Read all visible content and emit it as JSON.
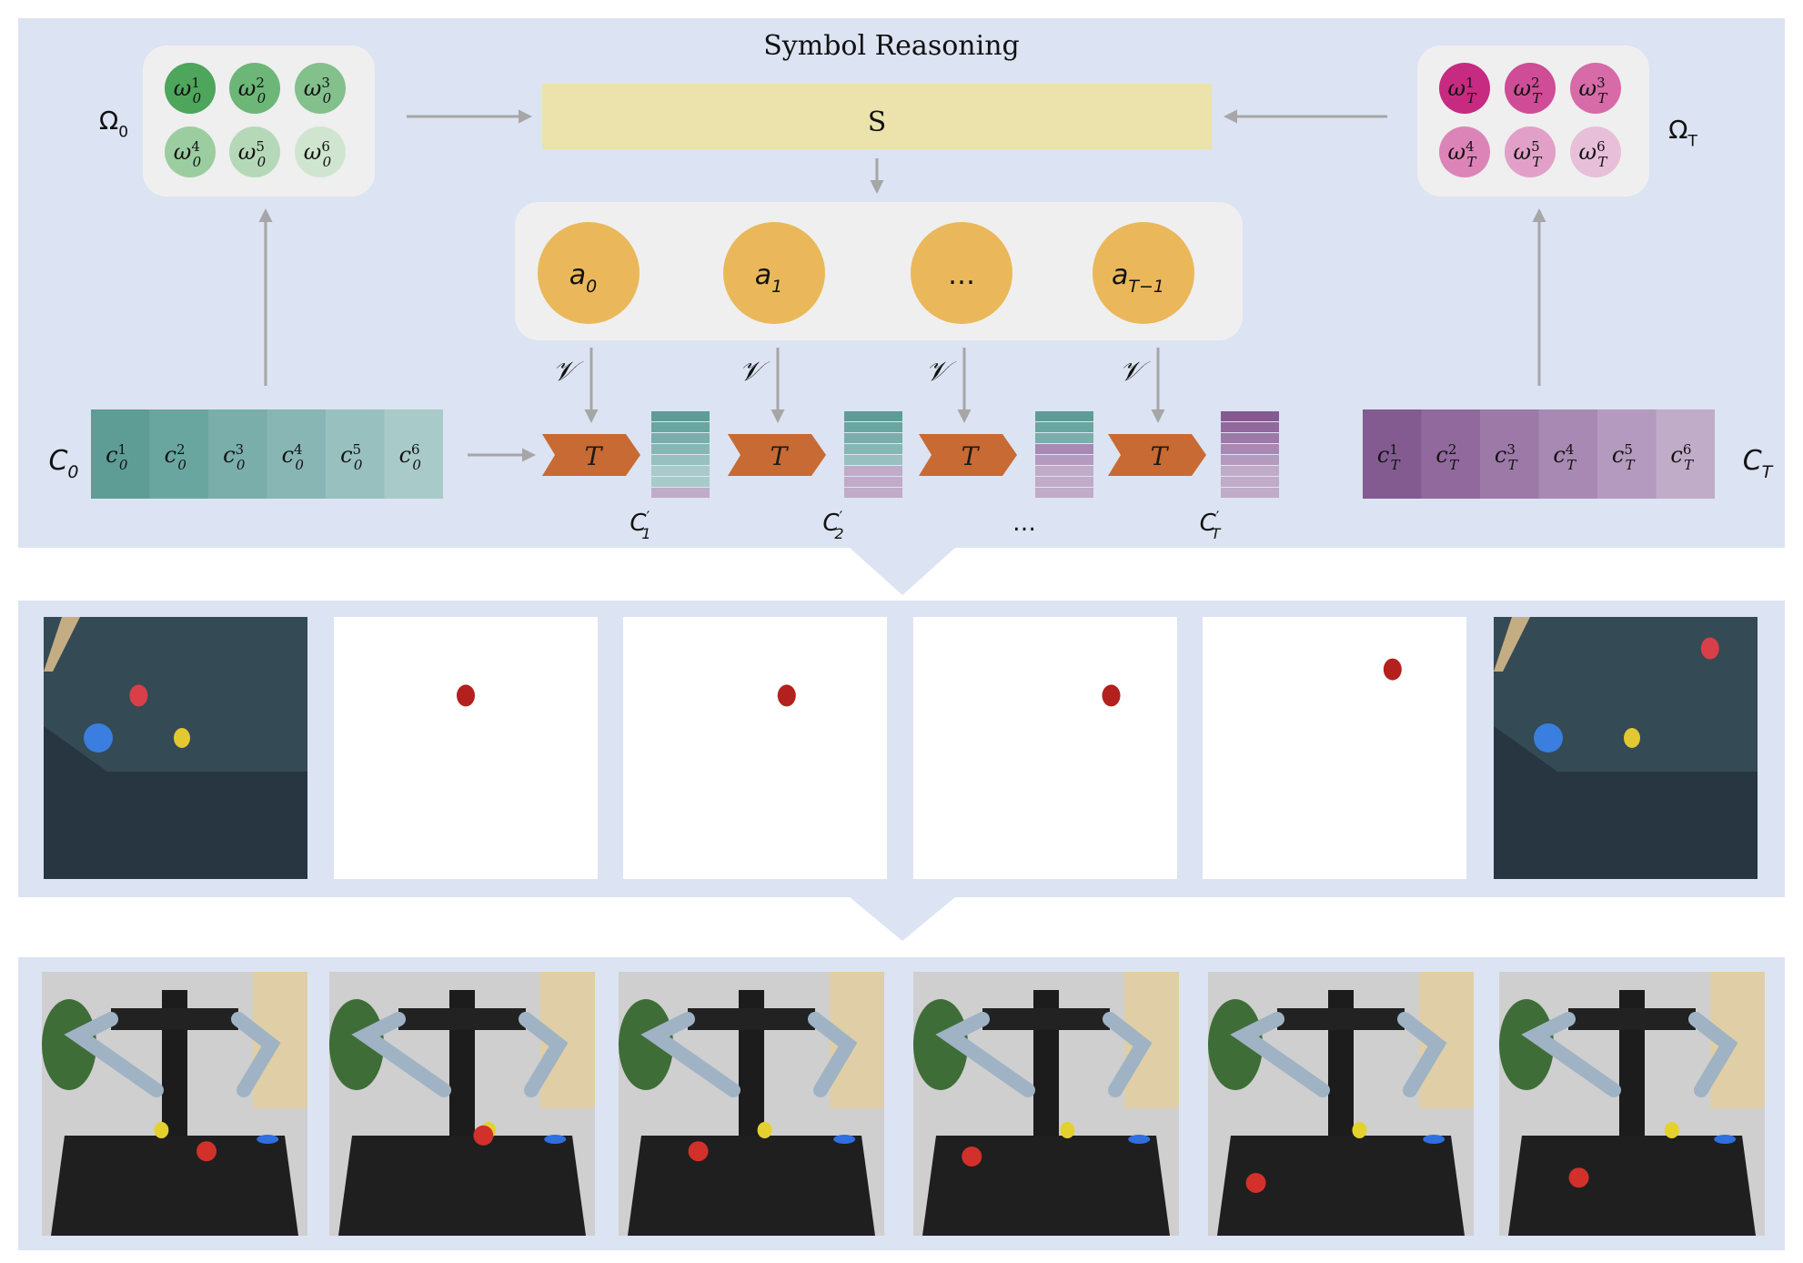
{
  "title": "Symbol Reasoning",
  "colors": {
    "panel": "#dce3f2",
    "card": "#efefef",
    "solver": "#ebe3ab",
    "action": "#eab85a",
    "transition": "#c86a33",
    "arrow": "#a6a6a6",
    "initial_shades": [
      "#4ea55c",
      "#6cb677",
      "#83c08c",
      "#9bcda1",
      "#b5d9b8",
      "#cfe5cf"
    ],
    "goal_shades": [
      "#c62a81",
      "#cf4c96",
      "#d66ba8",
      "#dc84b7",
      "#e2a0c8",
      "#e7bfd9"
    ],
    "cfg_initial": [
      "#5d9d96",
      "#6aa6a0",
      "#7aaeab",
      "#88b6b4",
      "#98c0bf",
      "#a8cac8"
    ],
    "cfg_goal": [
      "#835b91",
      "#91699d",
      "#9d79a8",
      "#a889b3",
      "#b49abe",
      "#c0abc8"
    ]
  },
  "initial": {
    "symbol_set": {
      "base": "Ω",
      "sub": "0"
    },
    "config": {
      "base": "C",
      "sub": "0"
    },
    "symbols": [
      {
        "base": "ω",
        "sup": "1",
        "sub": "0"
      },
      {
        "base": "ω",
        "sup": "2",
        "sub": "0"
      },
      {
        "base": "ω",
        "sup": "3",
        "sub": "0"
      },
      {
        "base": "ω",
        "sup": "4",
        "sub": "0"
      },
      {
        "base": "ω",
        "sup": "5",
        "sub": "0"
      },
      {
        "base": "ω",
        "sup": "6",
        "sub": "0"
      }
    ],
    "cells": [
      {
        "base": "c",
        "sup": "1",
        "sub": "0"
      },
      {
        "base": "c",
        "sup": "2",
        "sub": "0"
      },
      {
        "base": "c",
        "sup": "3",
        "sub": "0"
      },
      {
        "base": "c",
        "sup": "4",
        "sub": "0"
      },
      {
        "base": "c",
        "sup": "5",
        "sub": "0"
      },
      {
        "base": "c",
        "sup": "6",
        "sub": "0"
      }
    ]
  },
  "goal": {
    "symbol_set": {
      "base": "Ω",
      "sub": "T"
    },
    "config": {
      "base": "C",
      "sub": "T"
    },
    "symbols": [
      {
        "base": "ω",
        "sup": "1",
        "sub": "T"
      },
      {
        "base": "ω",
        "sup": "2",
        "sub": "T"
      },
      {
        "base": "ω",
        "sup": "3",
        "sub": "T"
      },
      {
        "base": "ω",
        "sup": "4",
        "sub": "T"
      },
      {
        "base": "ω",
        "sup": "5",
        "sub": "T"
      },
      {
        "base": "ω",
        "sup": "6",
        "sub": "T"
      }
    ],
    "cells": [
      {
        "base": "c",
        "sup": "1",
        "sub": "T"
      },
      {
        "base": "c",
        "sup": "2",
        "sub": "T"
      },
      {
        "base": "c",
        "sup": "3",
        "sub": "T"
      },
      {
        "base": "c",
        "sup": "4",
        "sub": "T"
      },
      {
        "base": "c",
        "sup": "5",
        "sub": "T"
      },
      {
        "base": "c",
        "sup": "6",
        "sub": "T"
      }
    ]
  },
  "solver_label": "S",
  "actions": [
    {
      "base": "a",
      "sub": "0"
    },
    {
      "base": "a",
      "sub": "1"
    },
    {
      "base": "…",
      "sub": ""
    },
    {
      "base": "a",
      "sub": "T−1"
    }
  ],
  "validator_label": "𝒱",
  "transition_label": "T",
  "intermediate": [
    {
      "base": "C",
      "sup": "′",
      "sub": "1",
      "goal_rows": 1
    },
    {
      "base": "C",
      "sup": "′",
      "sub": "2",
      "goal_rows": 3
    },
    {
      "base": "…",
      "sup": "",
      "sub": "",
      "goal_rows": 5
    },
    {
      "base": "C",
      "sup": "′",
      "sub": "T",
      "goal_rows": 8
    }
  ],
  "sim_frames": [
    {
      "kind": "photo",
      "plate": true,
      "lemon": true,
      "apple": [
        0.36,
        0.3
      ]
    },
    {
      "kind": "blank",
      "apple": [
        0.5,
        0.3
      ]
    },
    {
      "kind": "blank",
      "apple": [
        0.62,
        0.3
      ]
    },
    {
      "kind": "blank",
      "apple": [
        0.75,
        0.3
      ]
    },
    {
      "kind": "blank",
      "apple": [
        0.72,
        0.2
      ]
    },
    {
      "kind": "photo",
      "plate": true,
      "lemon": true,
      "apple": [
        0.82,
        0.12
      ]
    }
  ],
  "robot_frames": [
    {
      "apple": [
        0.62,
        0.68
      ],
      "lemon": [
        0.45,
        0.6
      ]
    },
    {
      "apple": [
        0.58,
        0.62
      ],
      "lemon": [
        0.6,
        0.6
      ]
    },
    {
      "apple": [
        0.3,
        0.68
      ],
      "lemon": [
        0.55,
        0.6
      ]
    },
    {
      "apple": [
        0.22,
        0.7
      ],
      "lemon": [
        0.58,
        0.6
      ]
    },
    {
      "apple": [
        0.18,
        0.8
      ],
      "lemon": [
        0.57,
        0.6
      ]
    },
    {
      "apple": [
        0.3,
        0.78
      ],
      "lemon": [
        0.65,
        0.6
      ]
    }
  ]
}
